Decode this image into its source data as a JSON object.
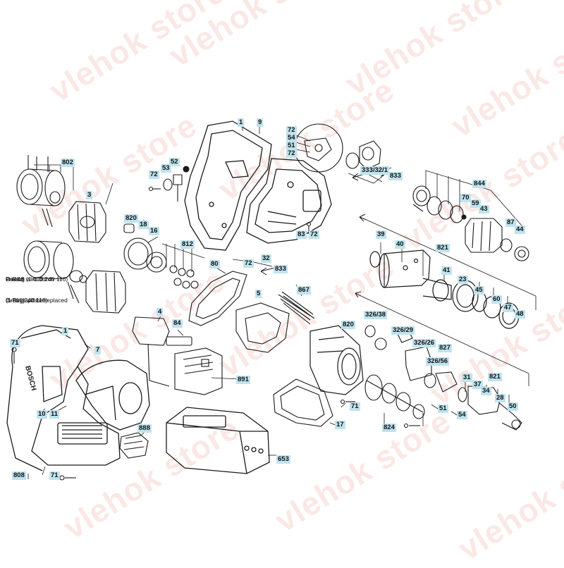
{
  "watermark": {
    "text": "vlehok store"
  },
  "part_numbers": [
    "1",
    "9",
    "72",
    "54",
    "51",
    "72",
    "333/32/1",
    "833",
    "802",
    "3",
    "72",
    "53",
    "52",
    "844",
    "70",
    "59",
    "43",
    "87",
    "44",
    "820",
    "18",
    "16",
    "812",
    "39",
    "40",
    "821",
    "41",
    "23",
    "45",
    "60",
    "47",
    "48",
    "80",
    "72",
    "32",
    "833",
    "83",
    "72",
    "5",
    "867",
    "4",
    "84",
    "326/38",
    "326/29",
    "326/26",
    "820",
    "827",
    "326/56",
    "1",
    "7",
    "71",
    "891",
    "31",
    "37",
    "34",
    "821",
    "28",
    "50",
    "10",
    "11",
    "71",
    "17",
    "51",
    "54",
    "824",
    "888",
    "653",
    "808",
    "71"
  ],
  "notes": {
    "de": [
      "O-Ring wird durch",
      "Pos.18 (1 610 240 116)",
      "ersetzt"
    ],
    "en": [
      "O-Ring will be replaced",
      "through pos.18",
      "(1 610 240 116)"
    ]
  },
  "colors": {
    "line": "#1a1a1a",
    "label_bg": "#bfe3ee",
    "watermark": "#e8968c"
  }
}
